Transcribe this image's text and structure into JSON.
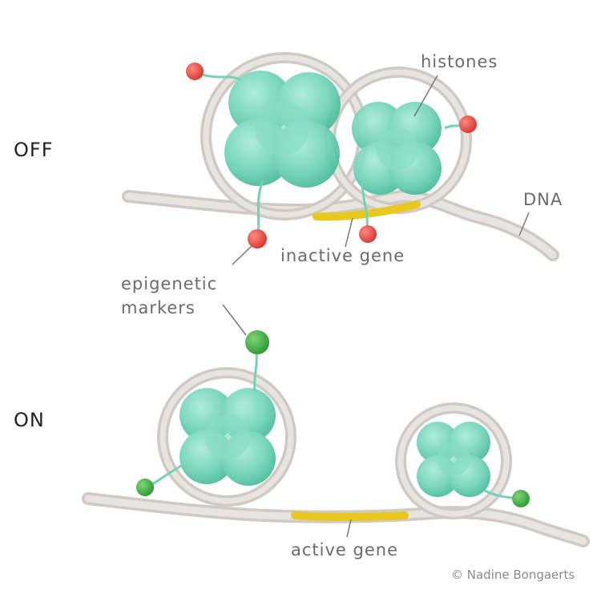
{
  "labels": {
    "off": "OFF",
    "on": "ON",
    "histones": "histones",
    "dna": "DNA",
    "inactive_gene": "inactive gene",
    "epigenetic_markers_line1": "epigenetic",
    "epigenetic_markers_line2": "markers",
    "active_gene": "active gene",
    "credit": "© Nadine Bongaerts"
  },
  "colors": {
    "dna": "#d9d5cf",
    "dna_edge": "#b7b1a9",
    "histone": "#6fd3b6",
    "histone_dark": "#3fb594",
    "inactive_marker": "#e0443c",
    "active_marker": "#3aa93a",
    "gene": "#e8c81e",
    "leader": "#777777"
  }
}
